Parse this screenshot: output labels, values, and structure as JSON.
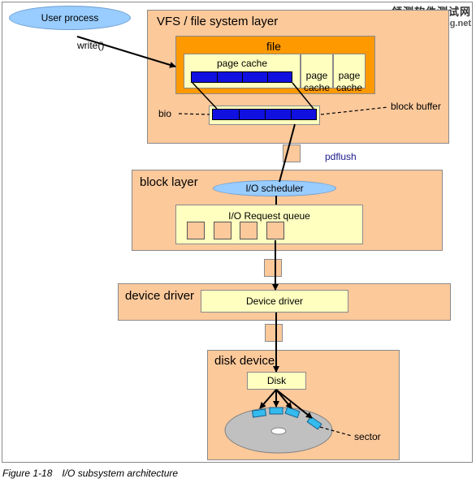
{
  "user_process": {
    "label": "User process",
    "call_label": "write()"
  },
  "vfs_layer": {
    "title": "VFS / file system layer",
    "file_title": "file",
    "page_cache_label": "page cache",
    "page_cache_2": "page\ncache",
    "page_cache_3": "page\ncache",
    "bio_label": "bio",
    "block_buffer_label": "block buffer"
  },
  "pdflush_label": "pdflush",
  "block_layer": {
    "title": "block layer",
    "scheduler_label": "I/O scheduler",
    "queue_label": "I/O Request queue"
  },
  "device_driver_layer": {
    "title": "device driver",
    "box_label": "Device driver"
  },
  "disk_device_layer": {
    "title": "disk device",
    "disk_label": "Disk",
    "sector_label": "sector"
  },
  "caption": {
    "number": "Figure 1-18",
    "text": "I/O subsystem architecture"
  },
  "watermark": {
    "line1": "领测软件测试网",
    "line2": "www.ltesting.net"
  },
  "colors": {
    "layer_fill": "#fcc99b",
    "file_fill": "#ff9900",
    "box_fill": "#ffffc0",
    "ellipse_fill": "#99ccff",
    "buffer_fill": "#1010e0",
    "sector_fill": "#33bbee",
    "disk_fill": "#c0c0c0"
  }
}
